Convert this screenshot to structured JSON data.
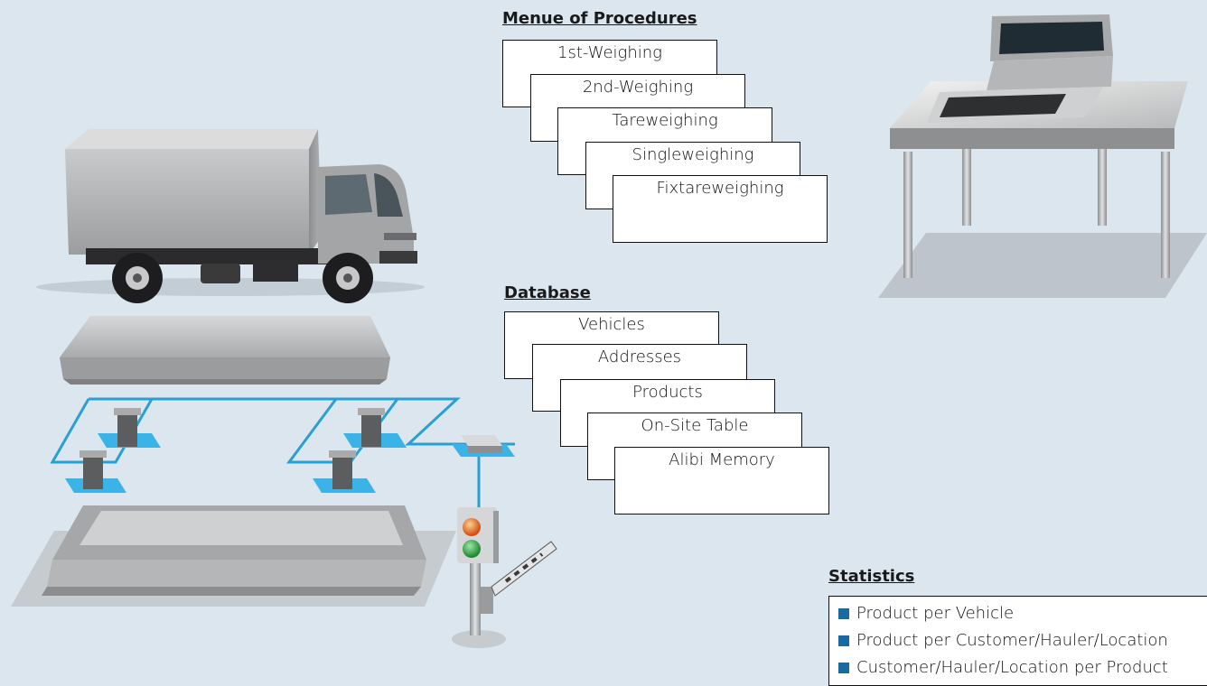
{
  "procedures": {
    "title": "Menue of Procedures",
    "items": [
      "1st-Weighing",
      "2nd-Weighing",
      "Tareweighing",
      "Singleweighing",
      "Fixtareweighing"
    ]
  },
  "database": {
    "title": "Database",
    "items": [
      "Vehicles",
      "Addresses",
      "Products",
      "On-Site Table",
      "Alibi Memory"
    ]
  },
  "statistics": {
    "title": "Statistics",
    "items": [
      "Product per Vehicle",
      "Product per Customer/Hauler/Location",
      "Customer/Hauler/Location per Product"
    ]
  },
  "colors": {
    "background": "#dbe6ef",
    "cable": "#2aa0d0",
    "bullet": "#1a6aa0",
    "loadcell_pad": "#3bb3e6"
  }
}
